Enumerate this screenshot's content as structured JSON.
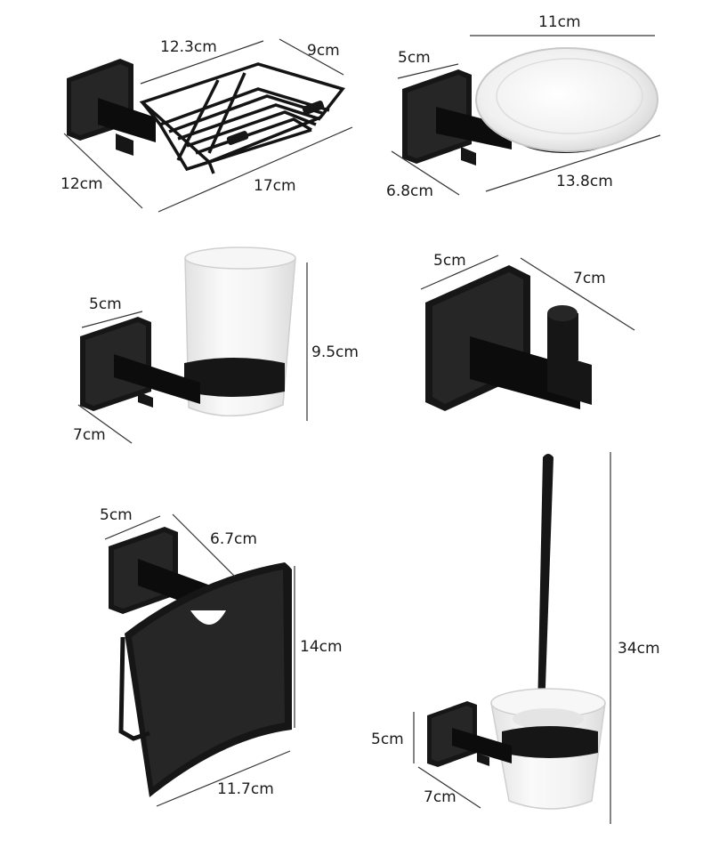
{
  "colors": {
    "metal": "#161616",
    "glass": "#f1f1f1",
    "background": "#ffffff",
    "text": "#1a1a1a"
  },
  "products": {
    "soap_basket": {
      "dims": {
        "width": "12.3cm",
        "depth": "9cm",
        "length": "17cm",
        "height": "12cm"
      }
    },
    "soap_dish": {
      "dims": {
        "diameter": "11cm",
        "base": "5cm",
        "length": "13.8cm",
        "depth": "6.8cm"
      }
    },
    "tumbler_holder": {
      "dims": {
        "base": "5cm",
        "height": "9.5cm",
        "depth": "7cm"
      }
    },
    "robe_hook": {
      "dims": {
        "base": "5cm",
        "length": "7cm"
      }
    },
    "paper_holder": {
      "dims": {
        "base": "5cm",
        "depth": "6.7cm",
        "height": "14cm",
        "width": "11.7cm"
      }
    },
    "toilet_brush": {
      "dims": {
        "height": "34cm",
        "base": "5cm",
        "depth": "7cm"
      }
    }
  }
}
